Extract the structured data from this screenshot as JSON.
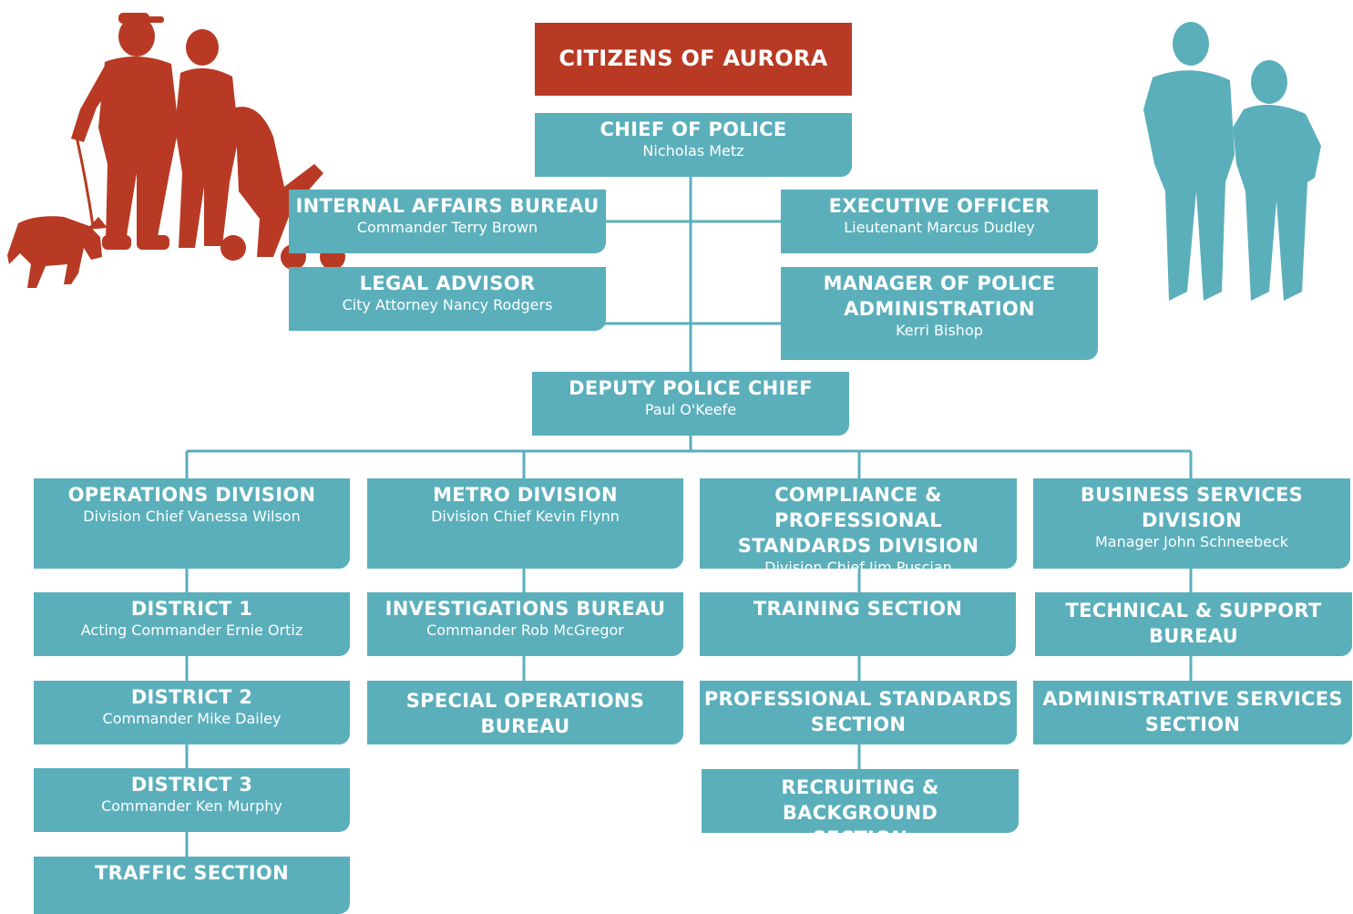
{
  "top": {
    "title": "CITIZENS OF AURORA"
  },
  "chief": {
    "title": "CHIEF OF POLICE",
    "name": "Nicholas Metz"
  },
  "internal_affairs": {
    "title": "INTERNAL AFFAIRS BUREAU",
    "name": "Commander Terry Brown"
  },
  "legal_advisor": {
    "title": "LEGAL ADVISOR",
    "name": "City Attorney Nancy Rodgers"
  },
  "executive_officer": {
    "title": "EXECUTIVE OFFICER",
    "name": "Lieutenant Marcus Dudley"
  },
  "manager_admin": {
    "title_line1": "MANAGER OF POLICE",
    "title_line2": "ADMINISTRATION",
    "name": "Kerri Bishop"
  },
  "deputy_chief": {
    "title": "DEPUTY POLICE CHIEF",
    "name": "Paul O'Keefe"
  },
  "operations": {
    "title": "OPERATIONS DIVISION",
    "name": "Division Chief Vanessa Wilson",
    "district1": {
      "title": "DISTRICT 1",
      "name": "Acting Commander Ernie Ortiz"
    },
    "district2": {
      "title": "DISTRICT 2",
      "name": "Commander Mike Dailey"
    },
    "district3": {
      "title": "DISTRICT 3",
      "name": "Commander Ken Murphy"
    },
    "traffic": {
      "title": "TRAFFIC SECTION"
    }
  },
  "metro": {
    "title": "METRO DIVISION",
    "name": "Division Chief Kevin Flynn",
    "investigations": {
      "title": "INVESTIGATIONS BUREAU",
      "name": "Commander Rob McGregor"
    },
    "special_ops": {
      "title": "SPECIAL OPERATIONS BUREAU"
    }
  },
  "compliance": {
    "title_line1": "COMPLIANCE & PROFESSIONAL",
    "title_line2": "STANDARDS DIVISION",
    "name": "Division Chief Jim Puscian",
    "training": {
      "title": "TRAINING SECTION"
    },
    "prof_standards": {
      "title_line1": "PROFESSIONAL STANDARDS",
      "title_line2": "SECTION"
    },
    "recruiting": {
      "title_line1": "RECRUITING & BACKGROUND",
      "title_line2": "SECTION"
    }
  },
  "business": {
    "title_line1": "BUSINESS SERVICES",
    "title_line2": "DIVISION",
    "name": "Manager John Schneebeck",
    "technical": {
      "title_line1": "TECHNICAL & SUPPORT",
      "title_line2": "BUREAU"
    },
    "admin_services": {
      "title_line1": "ADMINISTRATIVE SERVICES",
      "title_line2": "SECTION"
    }
  },
  "colors": {
    "box": "#5aafbb",
    "accent": "#b83a24",
    "line": "#5aafbb",
    "text": "#ffffff"
  },
  "illustrations": {
    "left": "citizens-silhouette",
    "right": "police-officers-silhouette"
  }
}
